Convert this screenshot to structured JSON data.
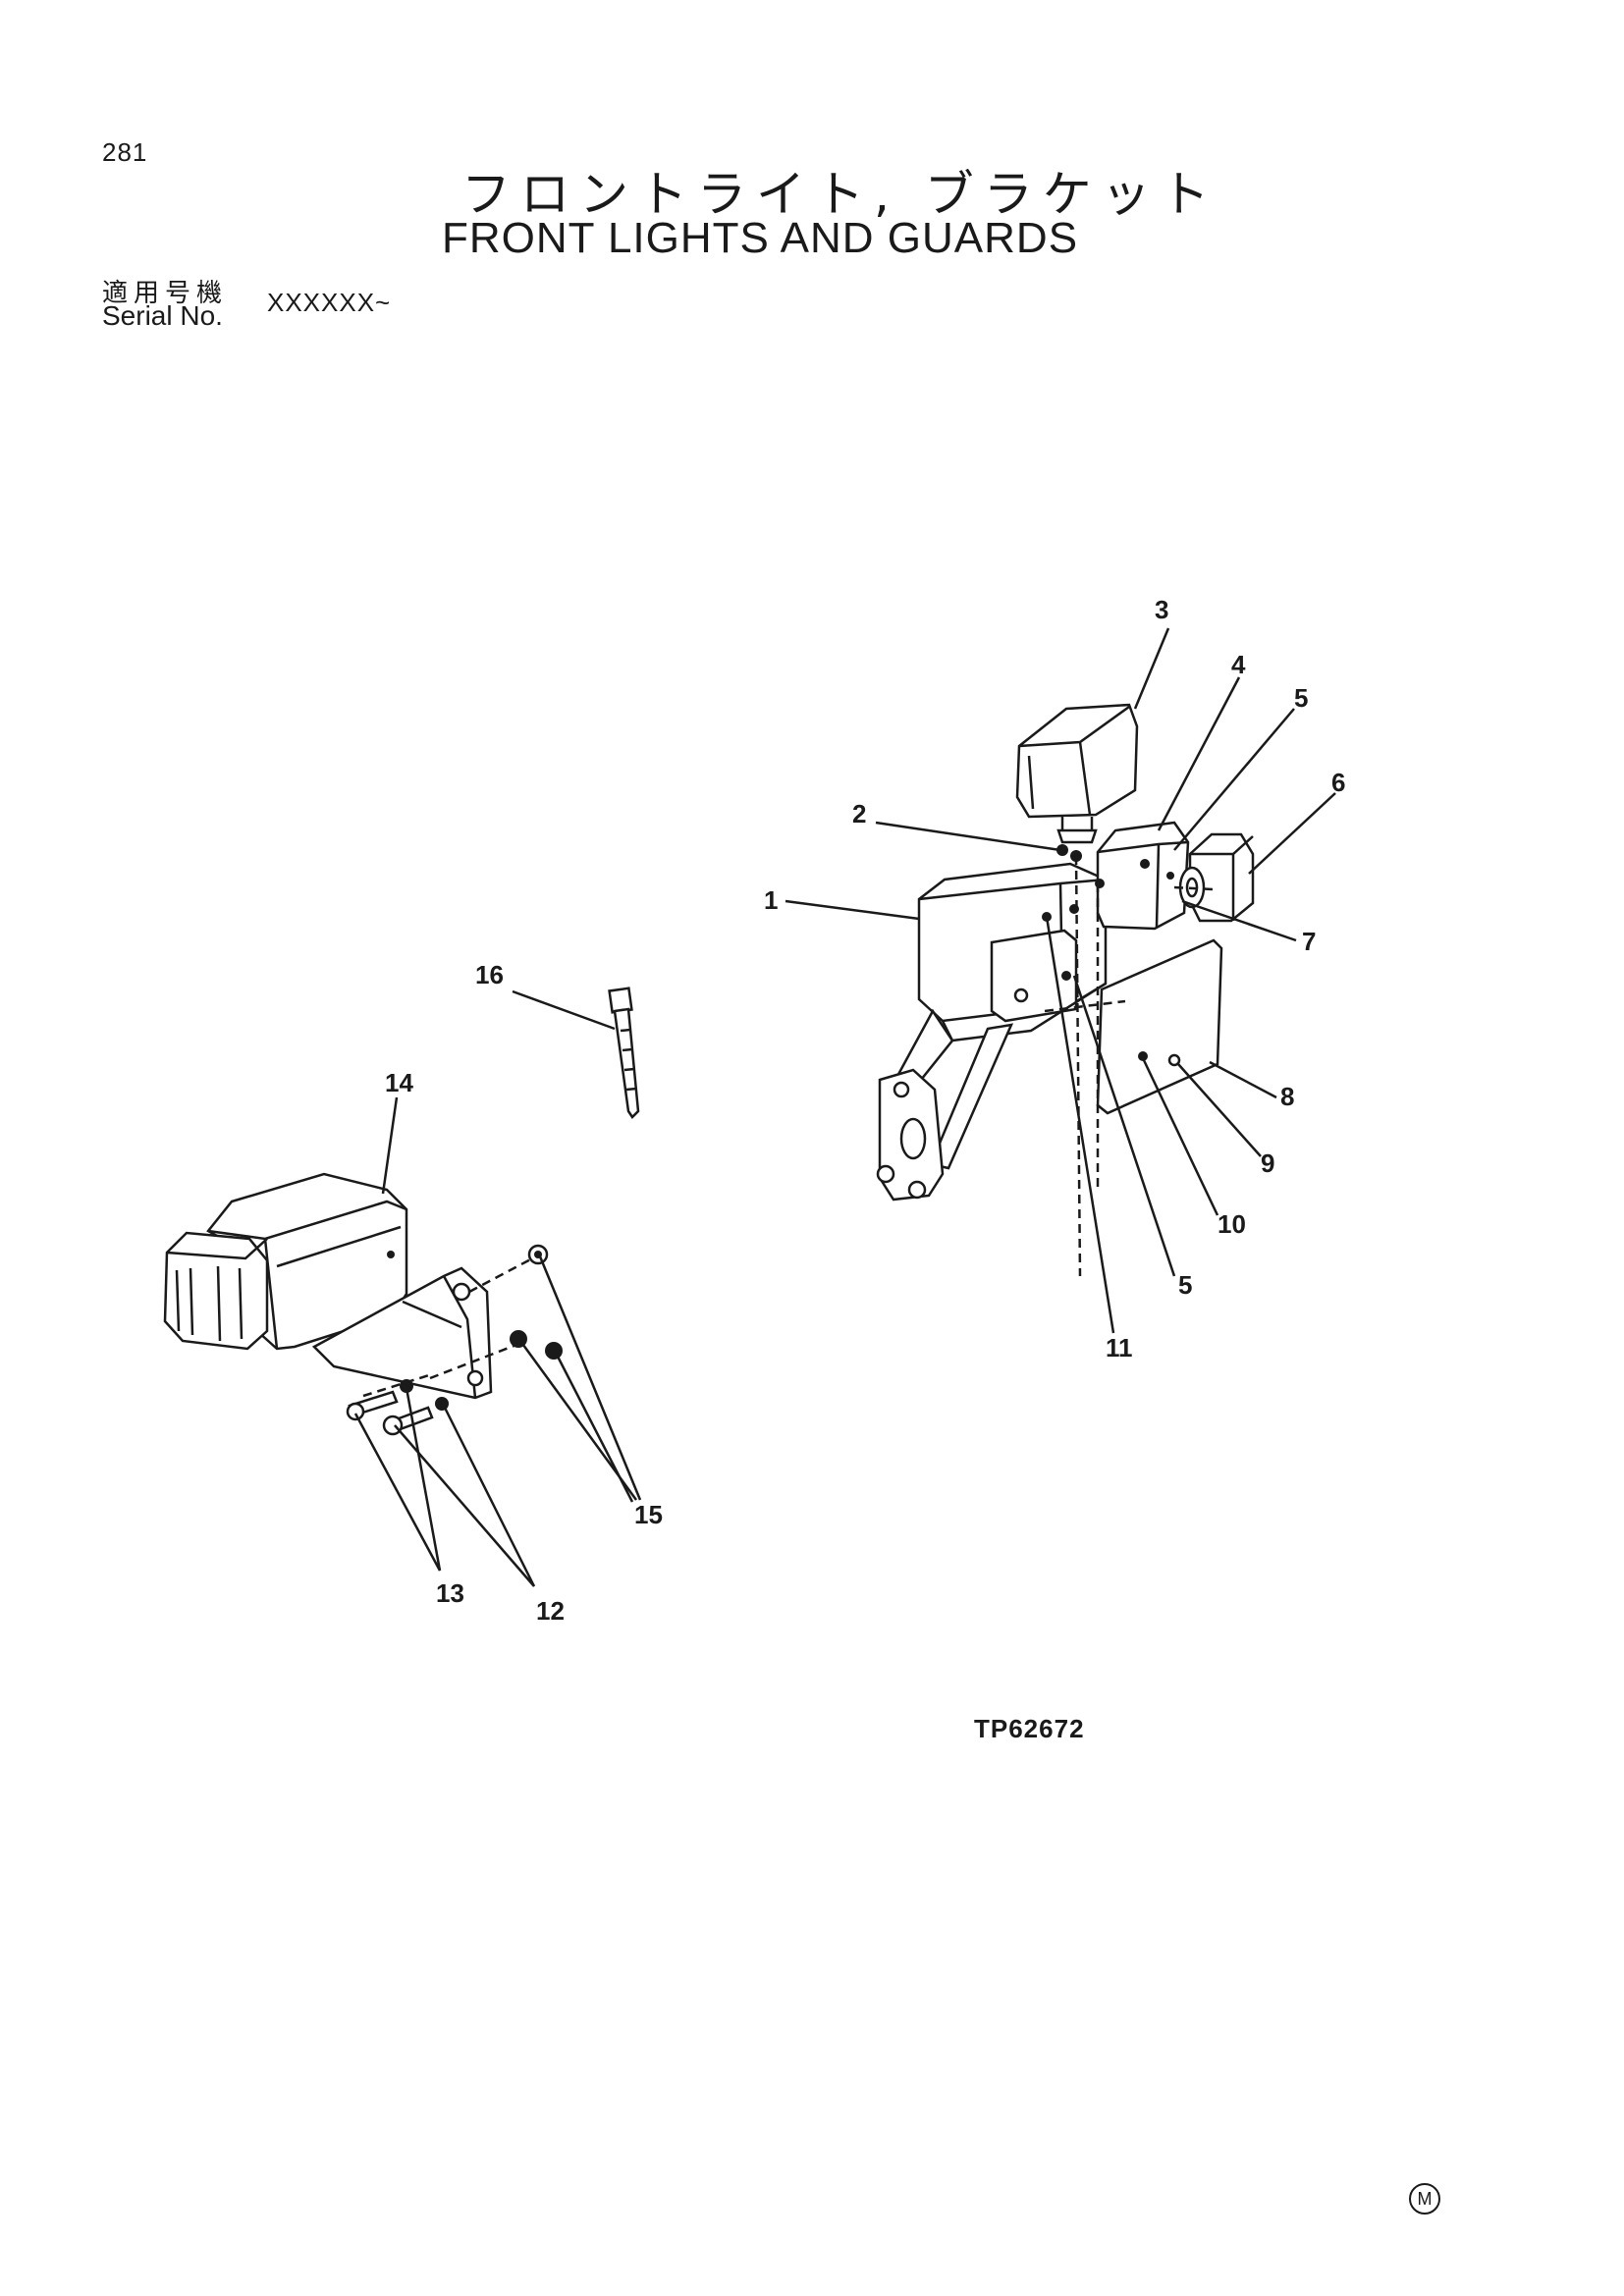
{
  "header": {
    "page_number": "281",
    "title_jp": "フロントライト, ブラケット",
    "title_en": "FRONT LIGHTS AND GUARDS",
    "serial_label_jp": "適用号機",
    "serial_label_en": "Serial No.",
    "serial_value": "XXXXXX~"
  },
  "callouts": {
    "c1": "1",
    "c2": "2",
    "c3": "3",
    "c4": "4",
    "c5a": "5",
    "c5b": "5",
    "c6": "6",
    "c7": "7",
    "c8": "8",
    "c9": "9",
    "c10": "10",
    "c11": "11",
    "c12": "12",
    "c13": "13",
    "c14": "14",
    "c15": "15",
    "c16": "16"
  },
  "figure_code": "TP62672",
  "footer_mark": "M"
}
